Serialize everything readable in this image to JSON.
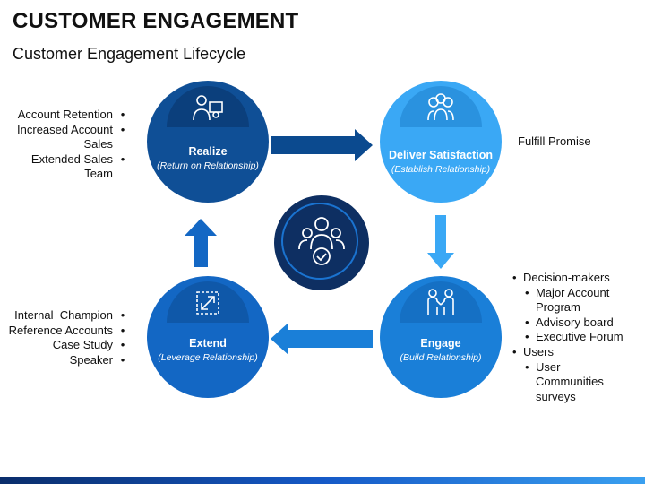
{
  "header": {
    "title": "CUSTOMER ENGAGEMENT",
    "subtitle": "Customer Engagement Lifecycle"
  },
  "stages": {
    "realize": {
      "title": "Realize",
      "subtitle": "(Return on Relationship)",
      "icon": "users-presentation-icon"
    },
    "deliver": {
      "title": "Deliver Satisfaction",
      "subtitle": "(Establish Relationship)",
      "icon": "team-icon"
    },
    "engage": {
      "title": "Engage",
      "subtitle": "(Build Relationship)",
      "icon": "handshake-icon"
    },
    "extend": {
      "title": "Extend",
      "subtitle": "(Leverage Relationship)",
      "icon": "expand-icon"
    }
  },
  "center": {
    "icon": "group-check-icon"
  },
  "lists": {
    "realize": [
      "Account Retention",
      "Increased Account Sales",
      "Extended Sales Team"
    ],
    "deliver": [
      "Fulfill Promise"
    ],
    "extend": [
      "Internal  Champion",
      "Reference Accounts",
      "Case Study",
      "Speaker"
    ],
    "engage": {
      "decision": "Decision-makers",
      "decision_items": [
        "Major Account Program",
        "Advisory board",
        "Executive Forum"
      ],
      "users": "Users",
      "users_items": [
        "User Communities surveys"
      ]
    }
  },
  "colors": {
    "dark_blue": "#0f4f96",
    "mid_blue": "#0d6dbf",
    "light_blue": "#3aa8f5",
    "navy": "#0e2f62",
    "arrow_dark": "#0b4a8f",
    "arrow_light": "#3aa8f5"
  }
}
